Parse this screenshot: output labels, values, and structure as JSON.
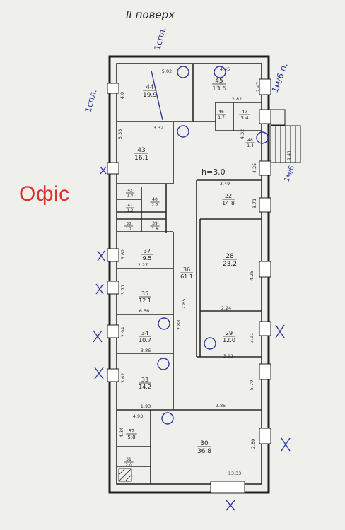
{
  "header": {
    "floor_title": "II поверх"
  },
  "overlay": {
    "label": "Офіс"
  },
  "margin_notes": {
    "left": "1спл.",
    "top": "1спл.",
    "right": "1м/6 п.",
    "right_lower": "1м/6"
  },
  "ceiling_height": "h=3.0",
  "rooms": [
    {
      "id": "44",
      "area": "19.9"
    },
    {
      "id": "45",
      "area": "13.6"
    },
    {
      "id": "46",
      "area": "1.7"
    },
    {
      "id": "47",
      "area": "3.4"
    },
    {
      "id": "48",
      "area": "1.4"
    },
    {
      "id": "43",
      "area": "16.1"
    },
    {
      "id": "22",
      "area": "14.8"
    },
    {
      "id": "42",
      "area": "1.4"
    },
    {
      "id": "41",
      "area": "1.2"
    },
    {
      "id": "40",
      "area": "2.7"
    },
    {
      "id": "38",
      "area": "1.7"
    },
    {
      "id": "39",
      "area": "1.8"
    },
    {
      "id": "37",
      "area": "9.5"
    },
    {
      "id": "36",
      "area": "61.1"
    },
    {
      "id": "28",
      "area": "23.2"
    },
    {
      "id": "35",
      "area": "12.1"
    },
    {
      "id": "29",
      "area": "12.0"
    },
    {
      "id": "34",
      "area": "10.7"
    },
    {
      "id": "33",
      "area": "14.2"
    },
    {
      "id": "32",
      "area": "5.8"
    },
    {
      "id": "31",
      "area": "2.0"
    },
    {
      "id": "30",
      "area": "36.8"
    }
  ],
  "dimensions": [
    "5.02",
    "4.45",
    "4.0",
    "2.82",
    "2.47",
    "3.33",
    "3.32",
    "4.32",
    "4.25",
    "3.49",
    "3.71",
    "2.27",
    "3.71",
    "6.56",
    "4.25",
    "2.24",
    "3.91",
    "2.88",
    "2.94",
    "3.91",
    "3.86",
    "3.62",
    "5.79",
    "1.93",
    "2.85",
    "4.93",
    "4.34",
    "2.80",
    "13.33",
    "9.41",
    "2.85",
    "3.62"
  ]
}
